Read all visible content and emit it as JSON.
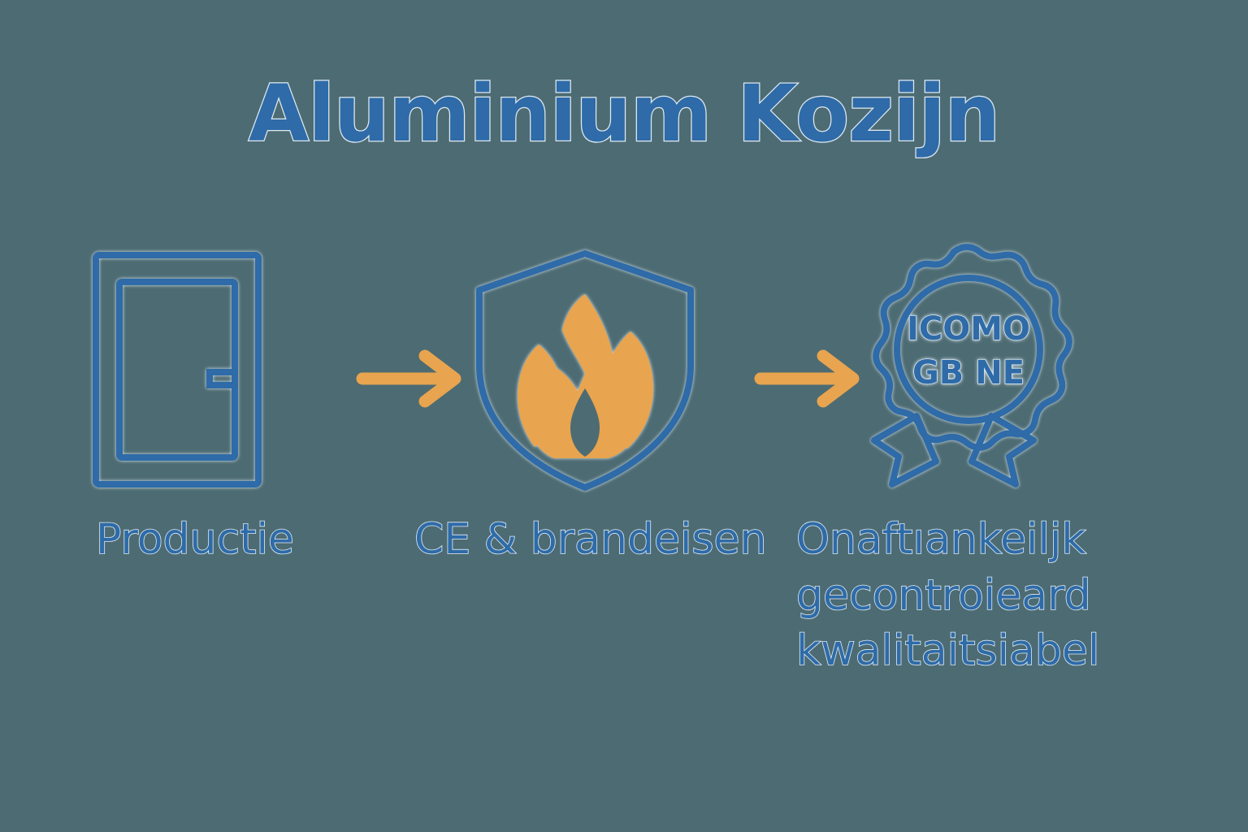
{
  "page": {
    "title": "Aluminium Kozijn",
    "background_color": "#4d6b73",
    "accent_blue": "#2e6ba8",
    "accent_orange": "#e8a44e",
    "outline_glow": "#dfe9f0"
  },
  "steps": [
    {
      "id": "production",
      "icon": "door-frame-icon",
      "label_lines": [
        "Productie"
      ]
    },
    {
      "id": "ce-fire",
      "icon": "fire-shield-icon",
      "label_lines": [
        "CE & brandeisen"
      ]
    },
    {
      "id": "certification",
      "icon": "certification-badge-icon",
      "label_lines": [
        "Onaftıankeiljk",
        "gecontroieard",
        "kwalitaitsiabel"
      ],
      "badge_text": {
        "line1": "ICOMO",
        "line2": "GB NE"
      }
    }
  ],
  "arrows": [
    {
      "id": "arrow-1",
      "direction": "right",
      "color": "#e8a44e"
    },
    {
      "id": "arrow-2",
      "direction": "right",
      "color": "#e8a44e"
    }
  ]
}
